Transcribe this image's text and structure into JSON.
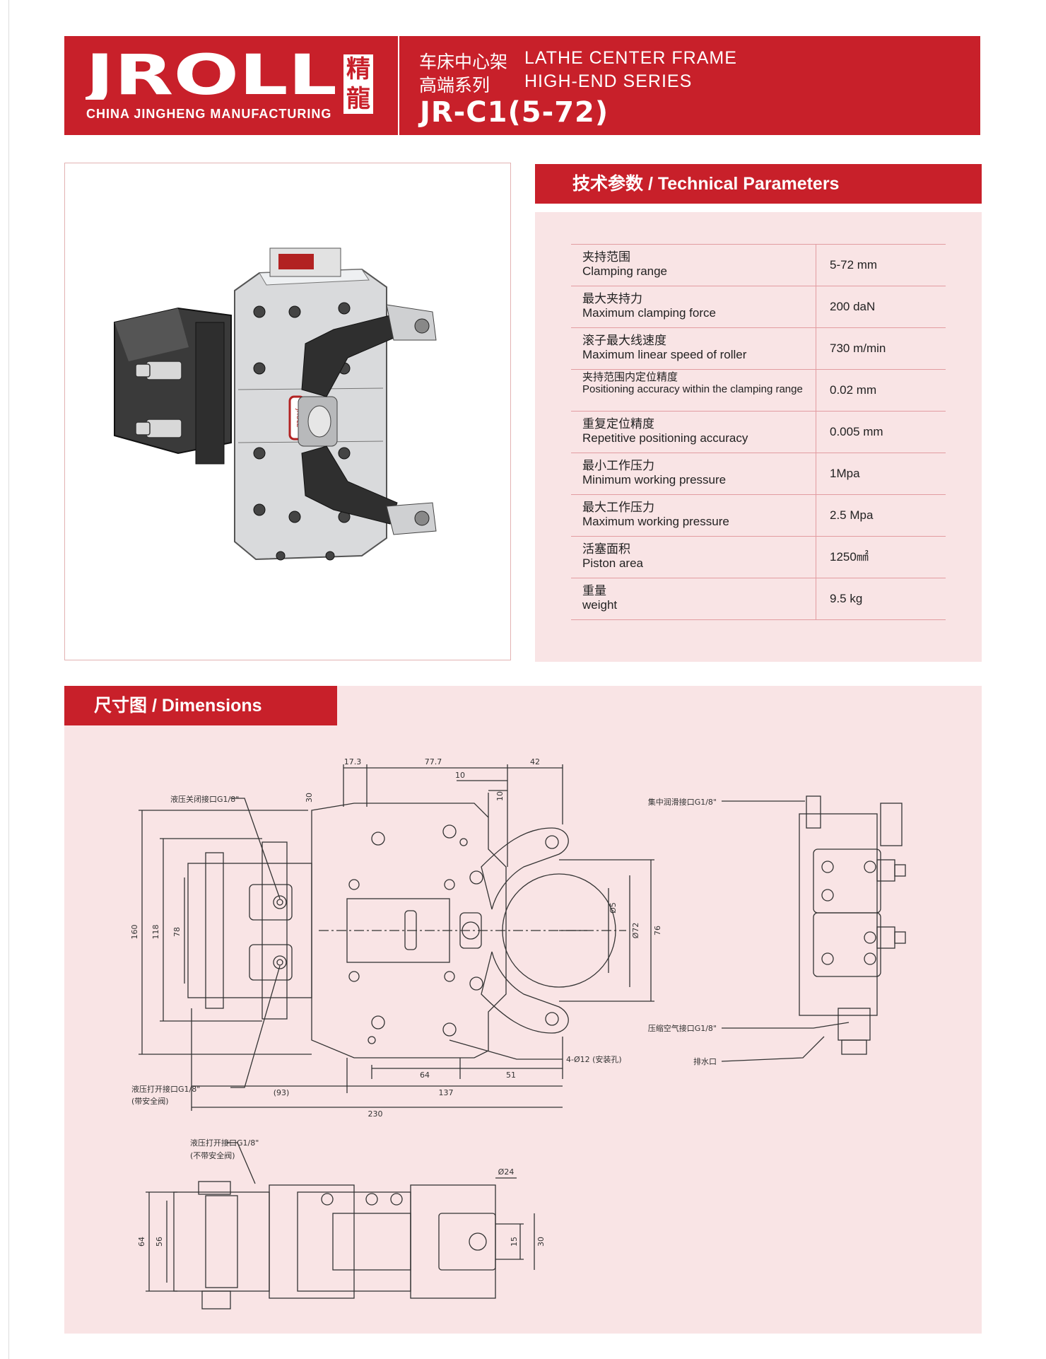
{
  "header": {
    "logo_text": "JROLL",
    "logo_subtitle": "CHINA JINGHENG MANUFACTURING",
    "logo_seal": "精龍",
    "title_cn": "车床中心架",
    "title_en": "LATHE CENTER FRAME",
    "series_cn": "高端系列",
    "series_en": "HIGH-END SERIES",
    "model": "JR-C1(5-72)"
  },
  "product_label": "JROLL",
  "parameters": {
    "title": "技术参数 / Technical Parameters",
    "rows": [
      {
        "cn": "夹持范围",
        "en": "Clamping range",
        "value": "5-72 mm"
      },
      {
        "cn": "最大夹持力",
        "en": "Maximum clamping force",
        "value": "200 daN"
      },
      {
        "cn": "滚子最大线速度",
        "en": "Maximum linear speed of roller",
        "value": "730 m/min"
      },
      {
        "cn": "夹持范围内定位精度",
        "en": "Positioning accuracy within the clamping range",
        "value": "0.02 mm"
      },
      {
        "cn": "重复定位精度",
        "en": "Repetitive positioning accuracy",
        "value": "0.005 mm"
      },
      {
        "cn": "最小工作压力",
        "en": "Minimum working pressure",
        "value": "1Mpa"
      },
      {
        "cn": "最大工作压力",
        "en": "Maximum working pressure",
        "value": "2.5 Mpa"
      },
      {
        "cn": "活塞面积",
        "en": "Piston area",
        "value": "1250㎟"
      },
      {
        "cn": "重量",
        "en": "weight",
        "value": "9.5 kg"
      }
    ]
  },
  "dimensions": {
    "title": "尺寸图 / Dimensions",
    "front_view": {
      "top_dims": [
        "17.3",
        "77.7",
        "42",
        "10",
        "10",
        "30"
      ],
      "left_dims": [
        "160",
        "118",
        "78"
      ],
      "right_dims": [
        "Ø5",
        "Ø72",
        "76"
      ],
      "bottom_dims": [
        "64",
        "51",
        "(93)",
        "137",
        "230"
      ],
      "callouts": {
        "hydraulic_close": "液压关闭接口G1/8\"",
        "hydraulic_open": "液压打开接口G1/8\"",
        "with_safety_valve": "(带安全阀)",
        "mount_holes": "4-Ø12 (安装孔)"
      }
    },
    "side_view": {
      "callouts": {
        "lube_port": "集中润滑接口G1/8\"",
        "air_port": "压缩空气接口G1/8\"",
        "drain": "排水口"
      }
    },
    "top_view": {
      "dims": [
        "Ø24",
        "64",
        "56",
        "15",
        "30"
      ],
      "callouts": {
        "hydraulic_open": "液压打开接口G1/8\"",
        "without_safety_valve": "(不带安全阀)"
      }
    }
  }
}
